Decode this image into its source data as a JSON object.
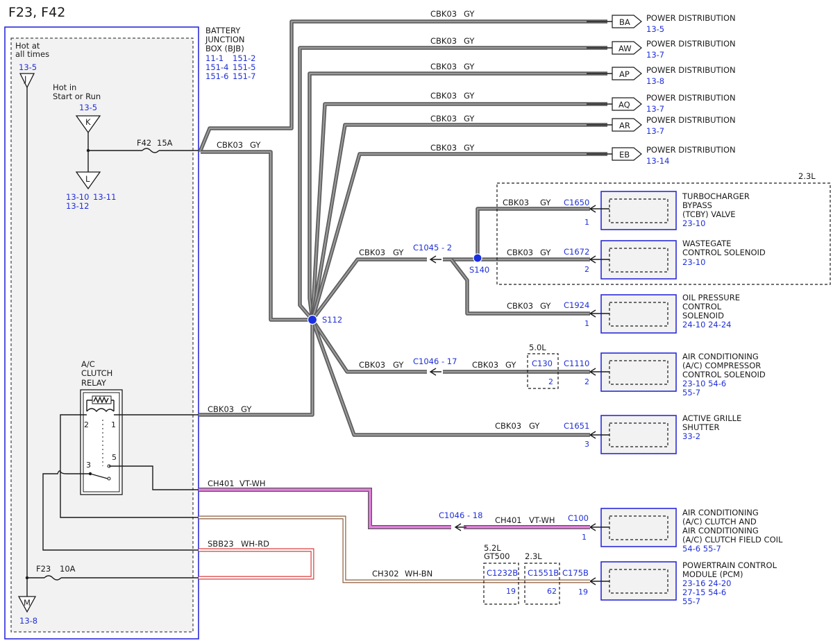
{
  "page": {
    "title": "F23, F42"
  },
  "labels": {
    "hot_all": [
      "Hot at",
      "all times"
    ],
    "hot_run": [
      "Hot in",
      "Start or Run"
    ],
    "ref_13_5": "13-5",
    "ref_13_8": "13-8",
    "ref_13_10": "13-10",
    "ref_13_11": "13-11",
    "ref_13_12": "13-12",
    "bjb": [
      "BATTERY",
      "JUNCTION",
      "BOX (BJB)"
    ],
    "bjb_refs": [
      "11-1",
      "151-2",
      "151-4",
      "151-5",
      "151-6",
      "151-7"
    ],
    "fuse_f42": "F42",
    "fuse_f42_amp": "15A",
    "fuse_f23": "F23",
    "fuse_f23_amp": "10A",
    "relay": [
      "A/C",
      "CLUTCH",
      "RELAY"
    ],
    "pin_1": "1",
    "pin_2": "2",
    "pin_3": "3",
    "pin_5": "5",
    "term_j": "J",
    "term_k": "K",
    "term_l": "L",
    "term_m": "M",
    "wire_cbk03": "CBK03",
    "color_gy": "GY",
    "wire_ch401": "CH401",
    "color_vtwh": "VT-WH",
    "wire_sbb23": "SBB23",
    "color_whrd": "WH-RD",
    "wire_ch302": "CH302",
    "color_whbn": "WH-BN",
    "splice_s112": "S112",
    "splice_s140": "S140",
    "inline_c1045": "C1045 - 2",
    "inline_c1046_17": "C1046 - 17",
    "inline_c1046_18": "C1046 - 18",
    "c130": "C130",
    "c130_pin": "2",
    "var_50l": "5.0L",
    "var_23l": "2.3L",
    "var_52l": "5.2L",
    "var_gt500": "GT500",
    "c1232b": "C1232B",
    "c1232b_pin": "19",
    "c1551b": "C1551B",
    "c1551b_pin": "62"
  },
  "pd_rows": [
    {
      "code": "BA",
      "label": "POWER DISTRIBUTION",
      "ref": "13-5"
    },
    {
      "code": "AW",
      "label": "POWER DISTRIBUTION",
      "ref": "13-7"
    },
    {
      "code": "AP",
      "label": "POWER DISTRIBUTION",
      "ref": "13-8"
    },
    {
      "code": "AQ",
      "label": "POWER DISTRIBUTION",
      "ref": "13-7"
    },
    {
      "code": "AR",
      "label": "POWER DISTRIBUTION",
      "ref": "13-7"
    },
    {
      "code": "EB",
      "label": "POWER DISTRIBUTION",
      "ref": "13-14"
    }
  ],
  "components": [
    {
      "connector": "C1650",
      "pin": "1",
      "name": [
        "TURBOCHARGER",
        "BYPASS",
        "(TCBY) VALVE"
      ],
      "refs": [
        "23-10"
      ]
    },
    {
      "connector": "C1672",
      "pin": "2",
      "name": [
        "WASTEGATE",
        "CONTROL SOLENOID"
      ],
      "refs": [
        "23-10"
      ]
    },
    {
      "connector": "C1924",
      "pin": "1",
      "name": [
        "OIL PRESSURE",
        "CONTROL",
        "SOLENOID"
      ],
      "refs": [
        "24-10  24-24"
      ]
    },
    {
      "connector": "C1110",
      "pin": "2",
      "name": [
        "AIR CONDITIONING",
        "(A/C) COMPRESSOR",
        "CONTROL SOLENOID"
      ],
      "refs": [
        "23-10  54-6",
        "55-7"
      ]
    },
    {
      "connector": "C1651",
      "pin": "3",
      "name": [
        "ACTIVE GRILLE",
        "SHUTTER"
      ],
      "refs": [
        "33-2"
      ]
    },
    {
      "connector": "C100",
      "pin": "1",
      "name": [
        "AIR CONDITIONING",
        "(A/C) CLUTCH AND",
        "AIR CONDITIONING",
        "(A/C) CLUTCH FIELD COIL"
      ],
      "refs": [
        "54-6   55-7"
      ]
    },
    {
      "connector": "C175B",
      "pin": "19",
      "name": [
        "POWERTRAIN CONTROL",
        "MODULE (PCM)"
      ],
      "refs": [
        "23-16  24-20",
        "27-15  54-6",
        "55-7"
      ]
    }
  ]
}
